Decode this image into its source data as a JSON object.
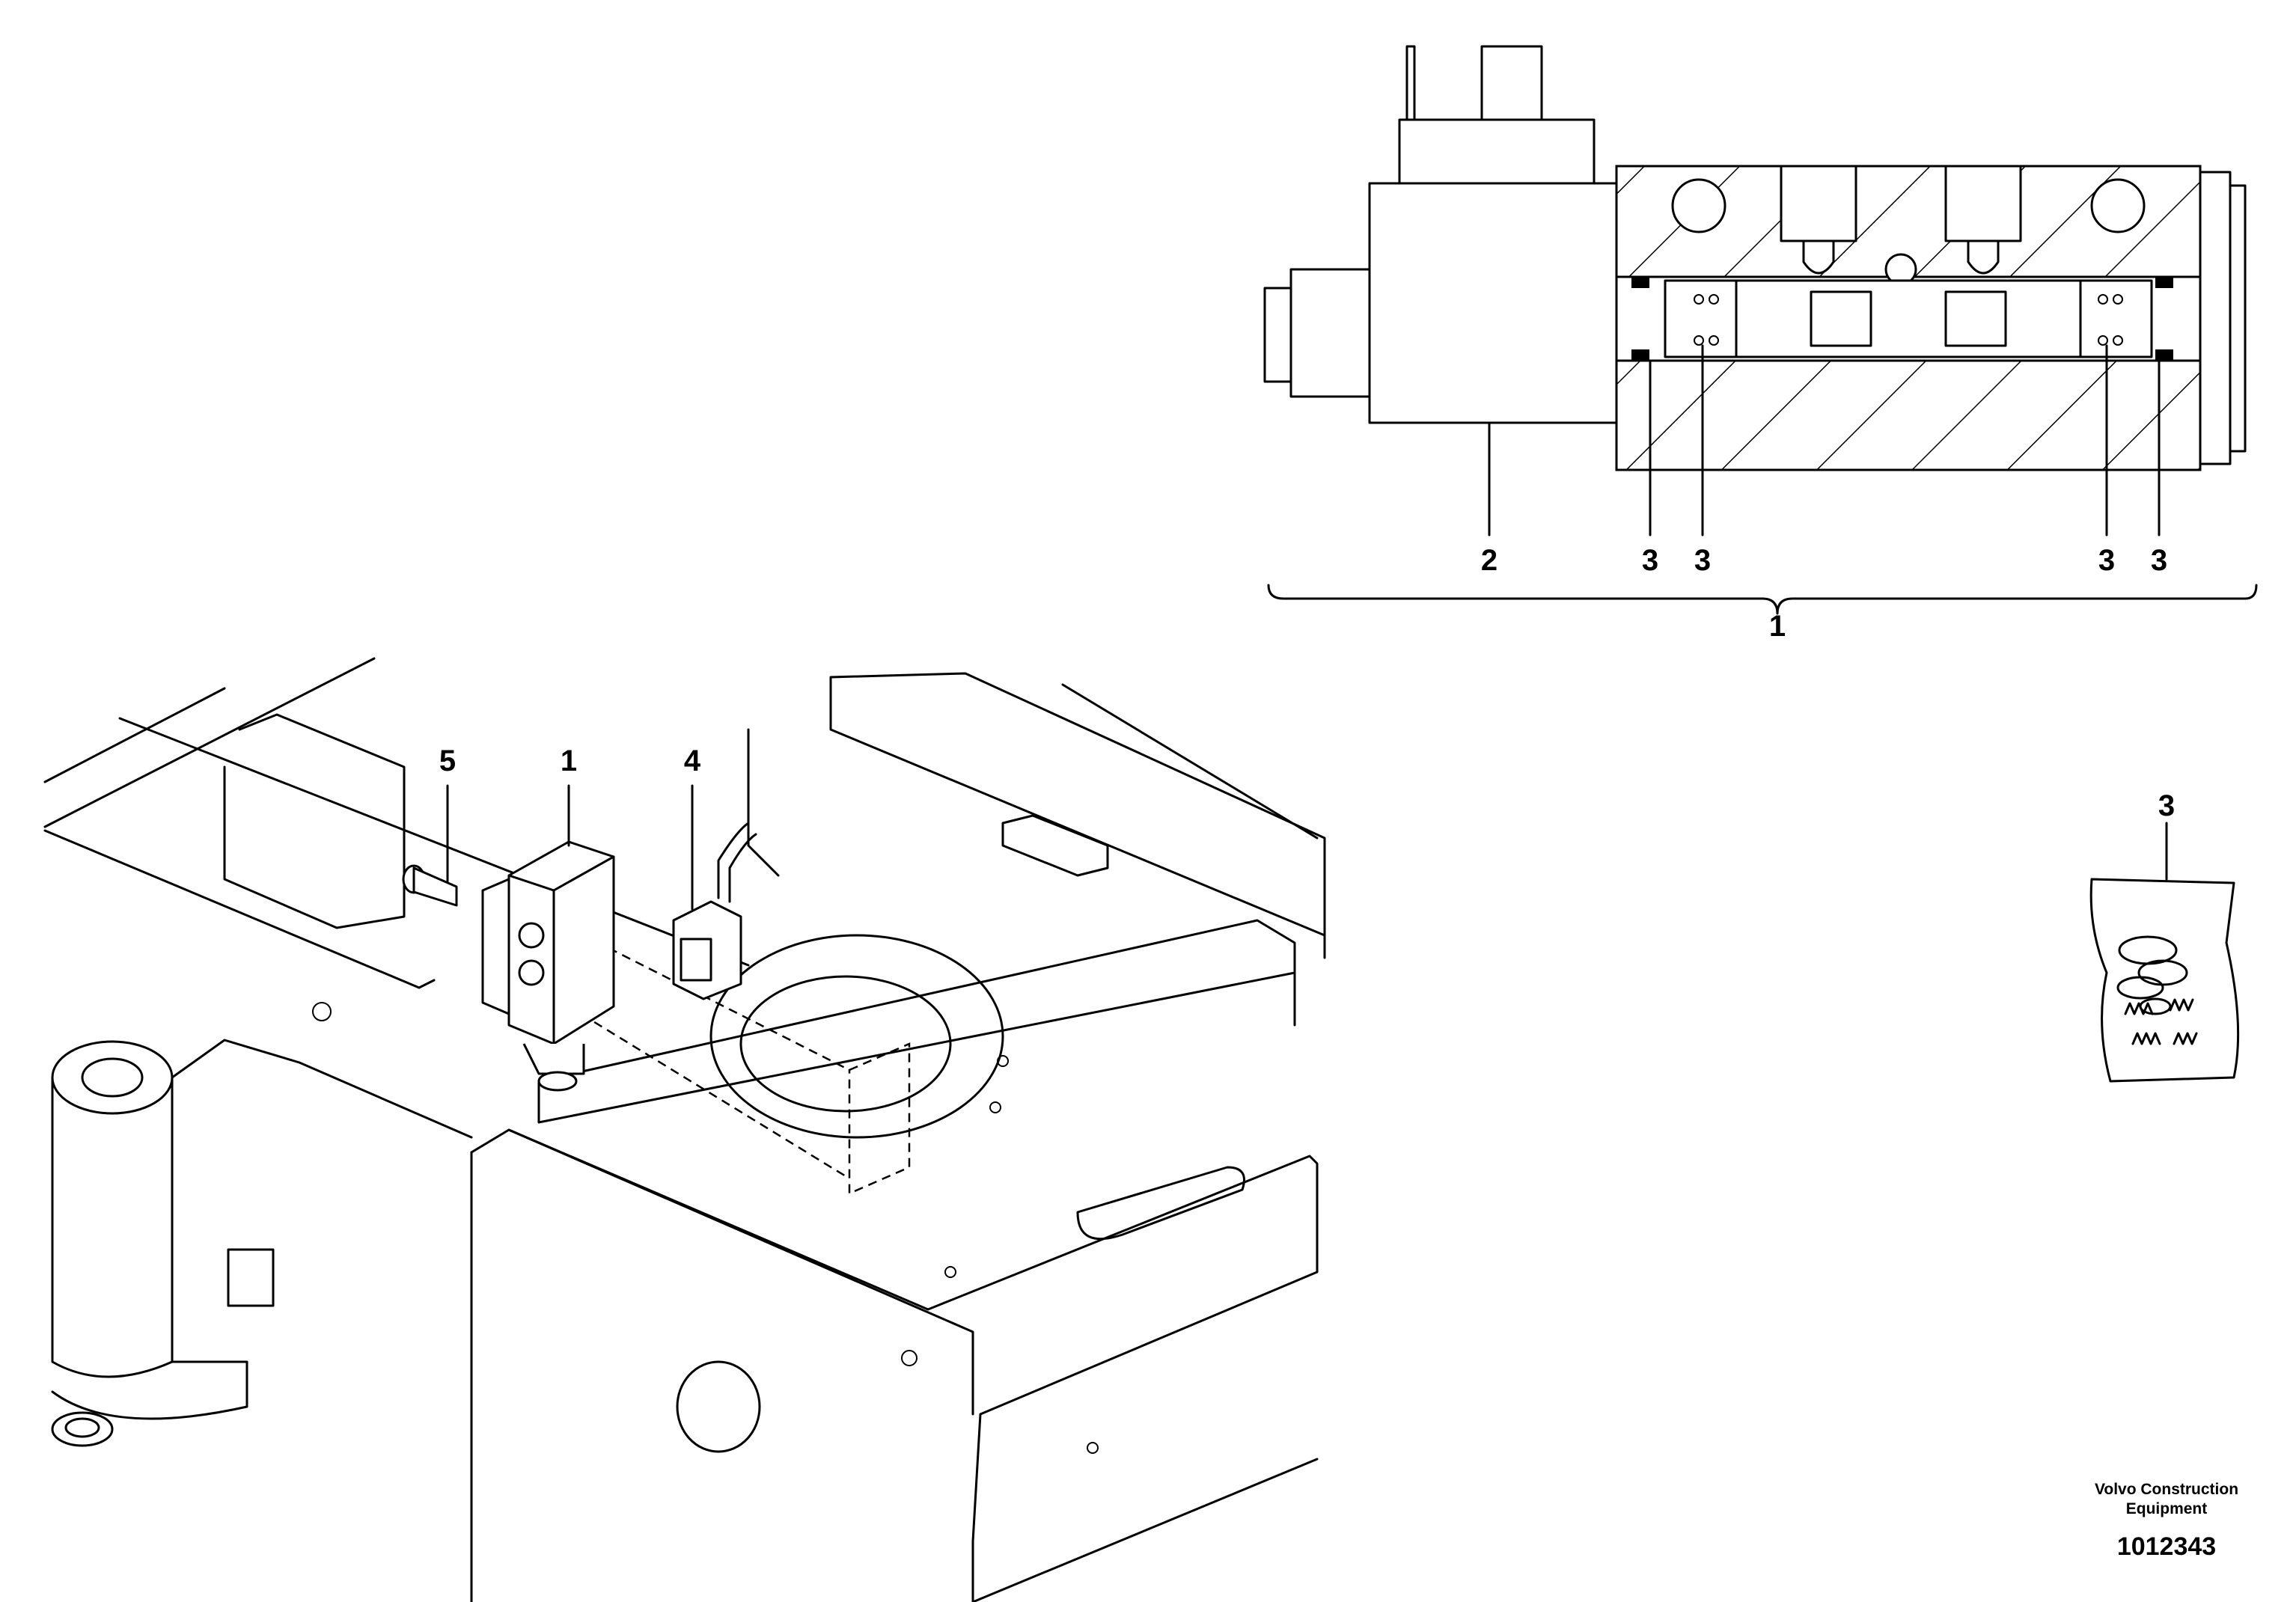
{
  "callouts": {
    "section_item_2": "2",
    "section_item_3a": "3",
    "section_item_3b": "3",
    "section_item_3c": "3",
    "section_item_3d": "3",
    "section_assembly_1": "1",
    "kit_item_3": "3",
    "frame_item_5": "5",
    "frame_item_1": "1",
    "frame_item_4": "4"
  },
  "footer": {
    "company_line1": "Volvo Construction",
    "company_line2": "Equipment",
    "drawing_number": "1012343"
  },
  "icons": {
    "solenoid_valve": "solenoid-valve-icon",
    "seal_kit_bag": "seal-kit-bag-icon",
    "bolt": "bolt-icon",
    "connector": "electrical-connector-icon"
  }
}
